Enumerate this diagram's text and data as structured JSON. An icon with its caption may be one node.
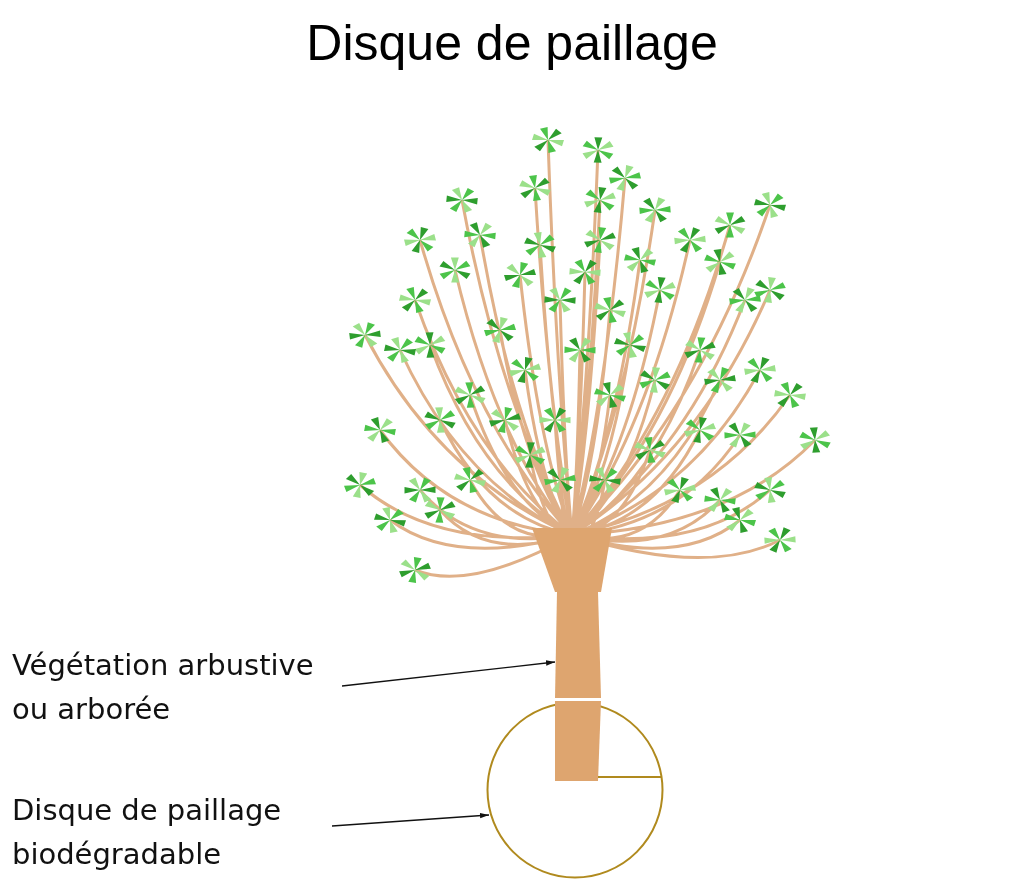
{
  "diagram": {
    "title": "Disque de paillage",
    "nodes": [
      {
        "text": [
          "Végétation arbustive ou arborée"
        ]
      },
      {
        "text": [],
        "shape": "bar"
      },
      {
        "text": [
          "Disque de paillage biodégradable"
        ]
      },
      {
        "text": [],
        "shape": "circle"
      }
    ],
    "edges": [
      {
        "from": 0,
        "to": 1,
        "arrow": "to"
      },
      {
        "from": 2,
        "to": 3,
        "arrow": "to"
      }
    ]
  }
}
